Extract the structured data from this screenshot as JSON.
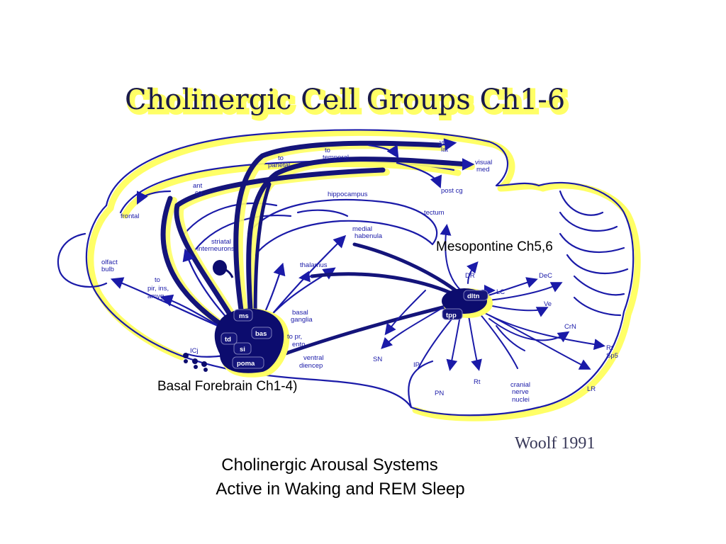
{
  "title": "Cholinergic Cell Groups Ch1-6",
  "credit": "Woolf 1991",
  "overlay_labels": {
    "mesopontine": "Mesopontine Ch5,6",
    "basal_forebrain": "Basal Forebrain Ch1-4)"
  },
  "caption": {
    "line1": "Cholinergic Arousal Systems",
    "line2": "Active in Waking and REM Sleep"
  },
  "regions": {
    "vis_lat": [
      "vis",
      "lat"
    ],
    "to_temporal": [
      "to",
      "temporal"
    ],
    "to_parietal": [
      "to",
      "parietal"
    ],
    "visual_med": [
      "visual",
      "med"
    ],
    "ant_cg": [
      "ant",
      "cg"
    ],
    "hippocampus": "hippocampus",
    "post_cg": "post cg",
    "frontal": "frontal",
    "tectum": "tectum",
    "medial_habenula": [
      "medial",
      "habenula"
    ],
    "striatal_interneurons": [
      "striatal",
      "interneurons"
    ],
    "olfact_bulb": [
      "olfact",
      "bulb"
    ],
    "thalamus": "thalamus",
    "to_pir": [
      "to",
      "pir, ins,",
      "amyg"
    ],
    "dr": "DR",
    "dec": "DeC",
    "ve": "Ve",
    "crn": "CrN",
    "lc": "LC",
    "basal_ganglia": [
      "basal",
      "ganglia"
    ],
    "to_pr_ento": [
      "to pr,",
      "ento"
    ],
    "ventral_diencep": [
      "ventral",
      "diencep"
    ],
    "sn": "SN",
    "ip": "IP",
    "pn": "PN",
    "rt1": "Rt",
    "cranial_nerve_nuclei": [
      "cranial",
      "nerve",
      "nuclei"
    ],
    "lr": "LR",
    "rt_sp5": [
      "Rt",
      "Sp5"
    ],
    "icj": "ICj"
  },
  "nuclei": {
    "ms": "ms",
    "bas": "bas",
    "td": "td",
    "si": "si",
    "poma": "poma",
    "dltn": "dltn",
    "tpp": "tpp"
  },
  "colors": {
    "ink": "#1a1aa8",
    "ink_dark": "#0c0c6e",
    "highlight": "#ffff66"
  }
}
